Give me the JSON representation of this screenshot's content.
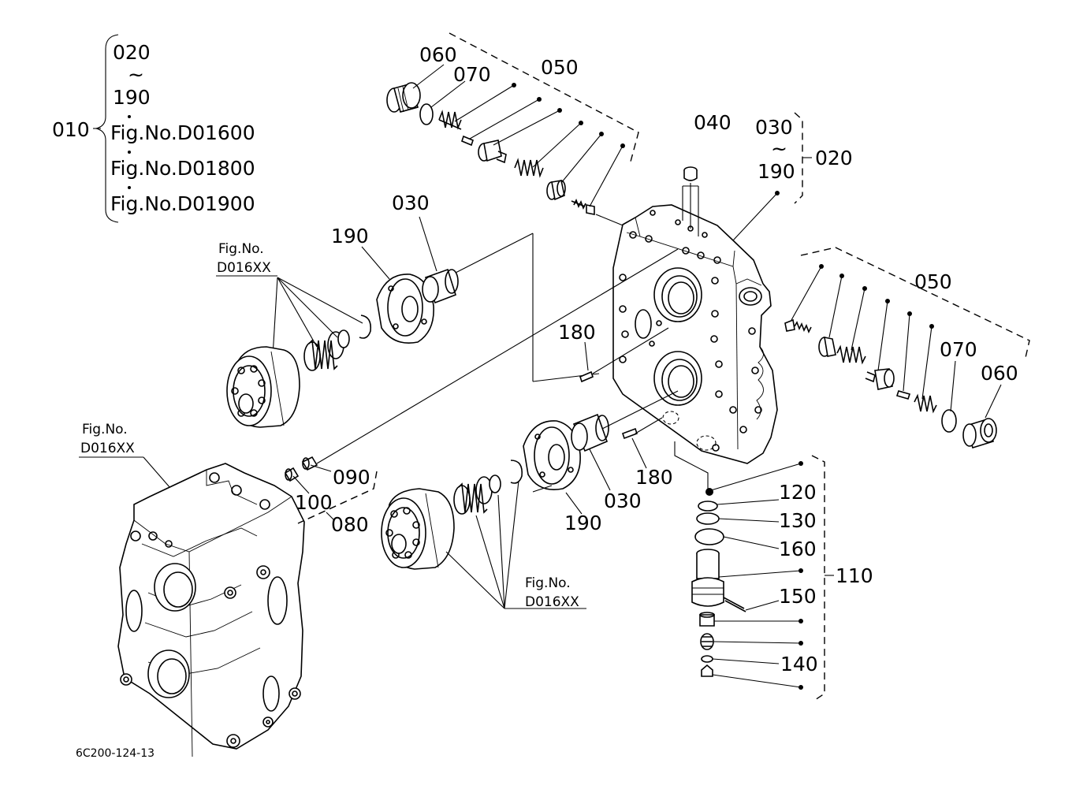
{
  "labels": {
    "ref_010": "010",
    "range_020": "020",
    "tilde_1": "~",
    "range_190": "190",
    "fig_d01600": "Fig.No.D01600",
    "fig_d01800": "Fig.No.D01800",
    "fig_d01900": "Fig.No.D01900",
    "ref_060_top": "060",
    "ref_070_top": "070",
    "ref_050_top": "050",
    "ref_040": "040",
    "range_030": "030",
    "tilde_2": "~",
    "range_190_b": "190",
    "ref_020": "020",
    "fig_no_1": "Fig.No.",
    "fig_d016xx_1": "D016XX",
    "ref_190_upper": "190",
    "ref_030_upper": "030",
    "ref_180_upper": "180",
    "ref_050_right": "050",
    "ref_070_right": "070",
    "ref_060_right": "060",
    "fig_no_2": "Fig.No.",
    "fig_d016xx_2": "D016XX",
    "ref_090": "090",
    "ref_100": "100",
    "ref_080": "080",
    "ref_190_lower": "190",
    "ref_030_lower": "030",
    "ref_180_lower": "180",
    "ref_120": "120",
    "ref_130": "130",
    "ref_160": "160",
    "ref_110": "110",
    "ref_150": "150",
    "ref_140": "140",
    "fig_no_3": "Fig.No.",
    "fig_d016xx_3": "D016XX",
    "drawing_number": "6C200-124-13"
  }
}
